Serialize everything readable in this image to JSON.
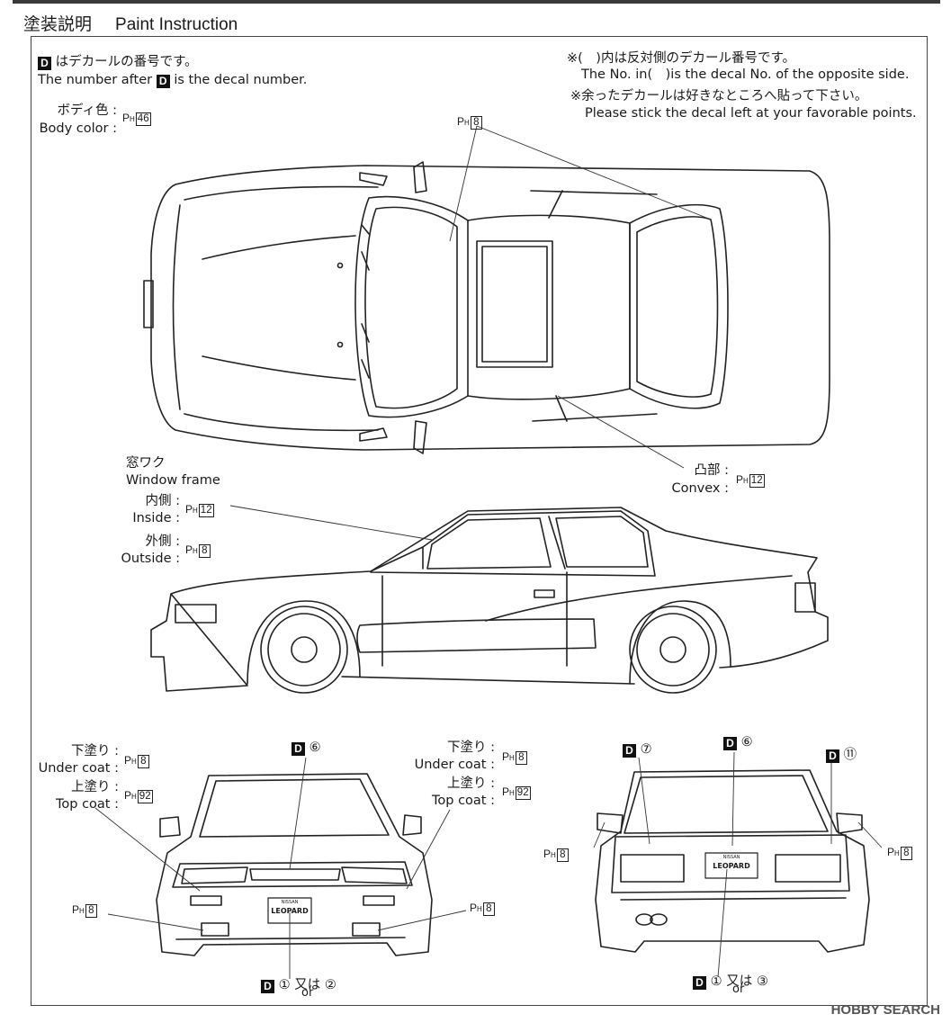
{
  "header": {
    "title_jp": "塗装説明",
    "title_en": "Paint Instruction"
  },
  "decal_note": {
    "marker": "D",
    "jp": "はデカールの番号です。",
    "en_before": "The number after",
    "en_after": "is the decal number."
  },
  "opposite_note": {
    "jp": "※(　)内は反対側のデカール番号です。",
    "en": "The No. in(　)is the decal No. of the opposite side."
  },
  "leftover_note": {
    "jp": "※余ったデカールは好きなところへ貼って下さい。",
    "en": "Please stick the decal left at your favorable points."
  },
  "paint_prefix": "P",
  "paint_sub": "H",
  "body_color": {
    "jp": "ボディ色 :",
    "en": "Body color :",
    "num": "46"
  },
  "roof_paint": {
    "num": "8"
  },
  "convex": {
    "jp": "凸部 :",
    "en": "Convex :",
    "num": "12"
  },
  "window_frame": {
    "jp": "窓ワク",
    "en": "Window frame",
    "inside_jp": "内側 :",
    "inside_en": "Inside :",
    "inside_num": "12",
    "outside_jp": "外側 :",
    "outside_en": "Outside :",
    "outside_num": "8"
  },
  "front_view": {
    "under_jp": "下塗り :",
    "under_en": "Under coat :",
    "under_num": "8",
    "top_jp": "上塗り :",
    "top_en": "Top coat :",
    "top_num": "92",
    "left_num": "8",
    "right_num": "8",
    "decal_top": "⑥",
    "decal_bottom_a": "①",
    "decal_bottom_or_jp": "又は",
    "decal_bottom_or_en": "or",
    "decal_bottom_b": "②",
    "plate_line1": "NISSAN",
    "plate_line2": "LEOPARD"
  },
  "rear_view": {
    "under_jp": "下塗り :",
    "under_en": "Under coat :",
    "under_num": "8",
    "top_jp": "上塗り :",
    "top_en": "Top coat :",
    "top_num": "92",
    "decal_left": "⑦",
    "decal_center": "⑥",
    "decal_right": "⑪",
    "left_num": "8",
    "right_num": "8",
    "decal_bottom_a": "①",
    "decal_bottom_or_jp": "又は",
    "decal_bottom_or_en": "or",
    "decal_bottom_b": "③",
    "plate_line1": "NISSAN",
    "plate_line2": "LEOPARD"
  },
  "watermark": "HOBBY SEARCH"
}
